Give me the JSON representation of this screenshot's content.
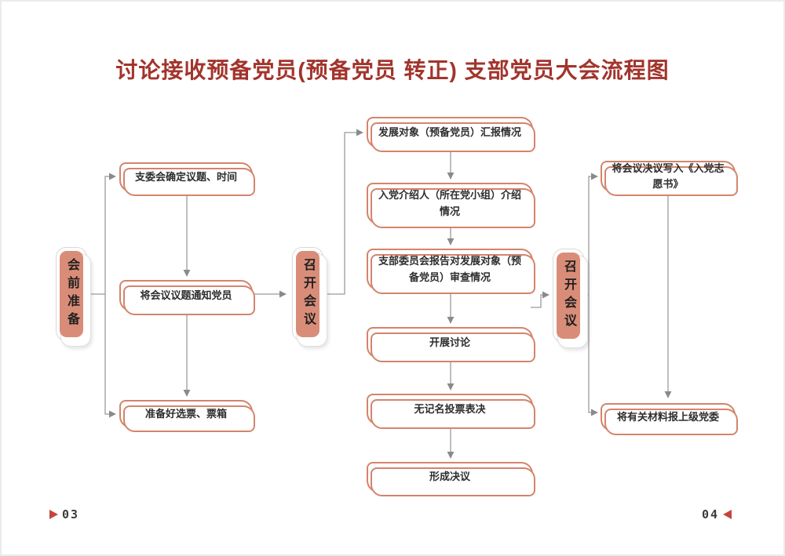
{
  "page": {
    "title": "讨论接收预备党员(预备党员 转正) 支部党员大会流程图",
    "footer": {
      "left_page": "03",
      "right_page": "04"
    }
  },
  "colors": {
    "title": "#a2342c",
    "stage_fill": "#d98d78",
    "box_border": "#d4846b",
    "connector": "#9b9b9b",
    "footer_marker": "#c2463e"
  },
  "flowchart": {
    "stages": {
      "pre": {
        "label": "会前准备"
      },
      "mid": {
        "label": "召开会议"
      },
      "post": {
        "label": "召开会议"
      }
    },
    "steps": {
      "l1": "支委会确定议题、时间",
      "l2": "将会议议题通知党员",
      "l3": "准备好选票、票箱",
      "m1": "发展对象（预备党员）汇报情况",
      "m2": "入党介绍人（所在党小组）介绍情况",
      "m3": "支部委员会报告对发展对象（预备党员）审查情况",
      "m4": "开展讨论",
      "m5": "无记名投票表决",
      "m6": "形成决议",
      "r1": "将会议决议写入《入党志愿书》",
      "r2": "将有关材料报上级党委"
    }
  }
}
